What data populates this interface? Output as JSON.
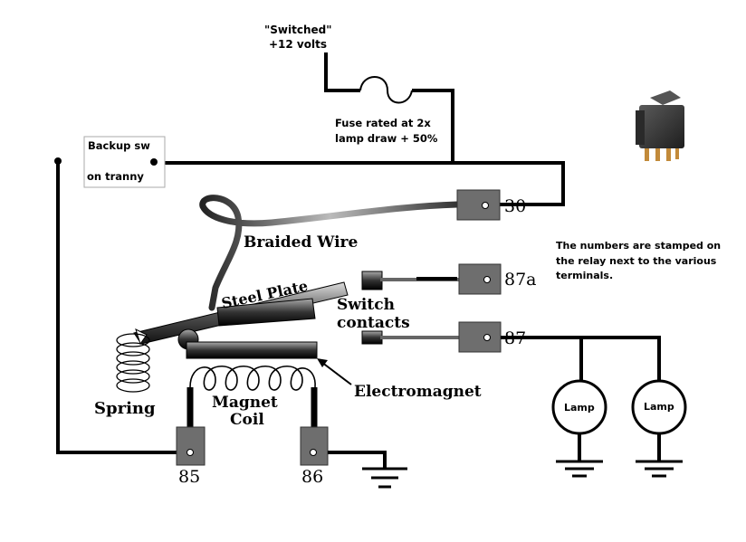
{
  "labels": {
    "switched_line1": "\"Switched\"",
    "switched_line2": "+12 volts",
    "fuse_line1": "Fuse rated at 2x",
    "fuse_line2": "lamp draw + 50%",
    "backup_line1": "Backup sw",
    "backup_line2": "on tranny",
    "braided_wire": "Braided Wire",
    "steel_plate": "Steel Plate",
    "switch_contacts_line1": "Switch",
    "switch_contacts_line2": "contacts",
    "electromagnet": "Electromagnet",
    "spring": "Spring",
    "magnet_coil_line1": "Magnet",
    "magnet_coil_line2": "Coil",
    "note_line1": "The numbers are stamped on",
    "note_line2": "the relay next to the various",
    "note_line3": "terminals."
  },
  "terminals": {
    "t30": "30",
    "t87a": "87a",
    "t87": "87",
    "t85": "85",
    "t86": "86"
  },
  "lamps": {
    "lamp1": "Lamp",
    "lamp2": "Lamp"
  },
  "colors": {
    "terminal": "#6e6e6e",
    "wire": "#000000",
    "relay_body": "#3a3a3a"
  }
}
